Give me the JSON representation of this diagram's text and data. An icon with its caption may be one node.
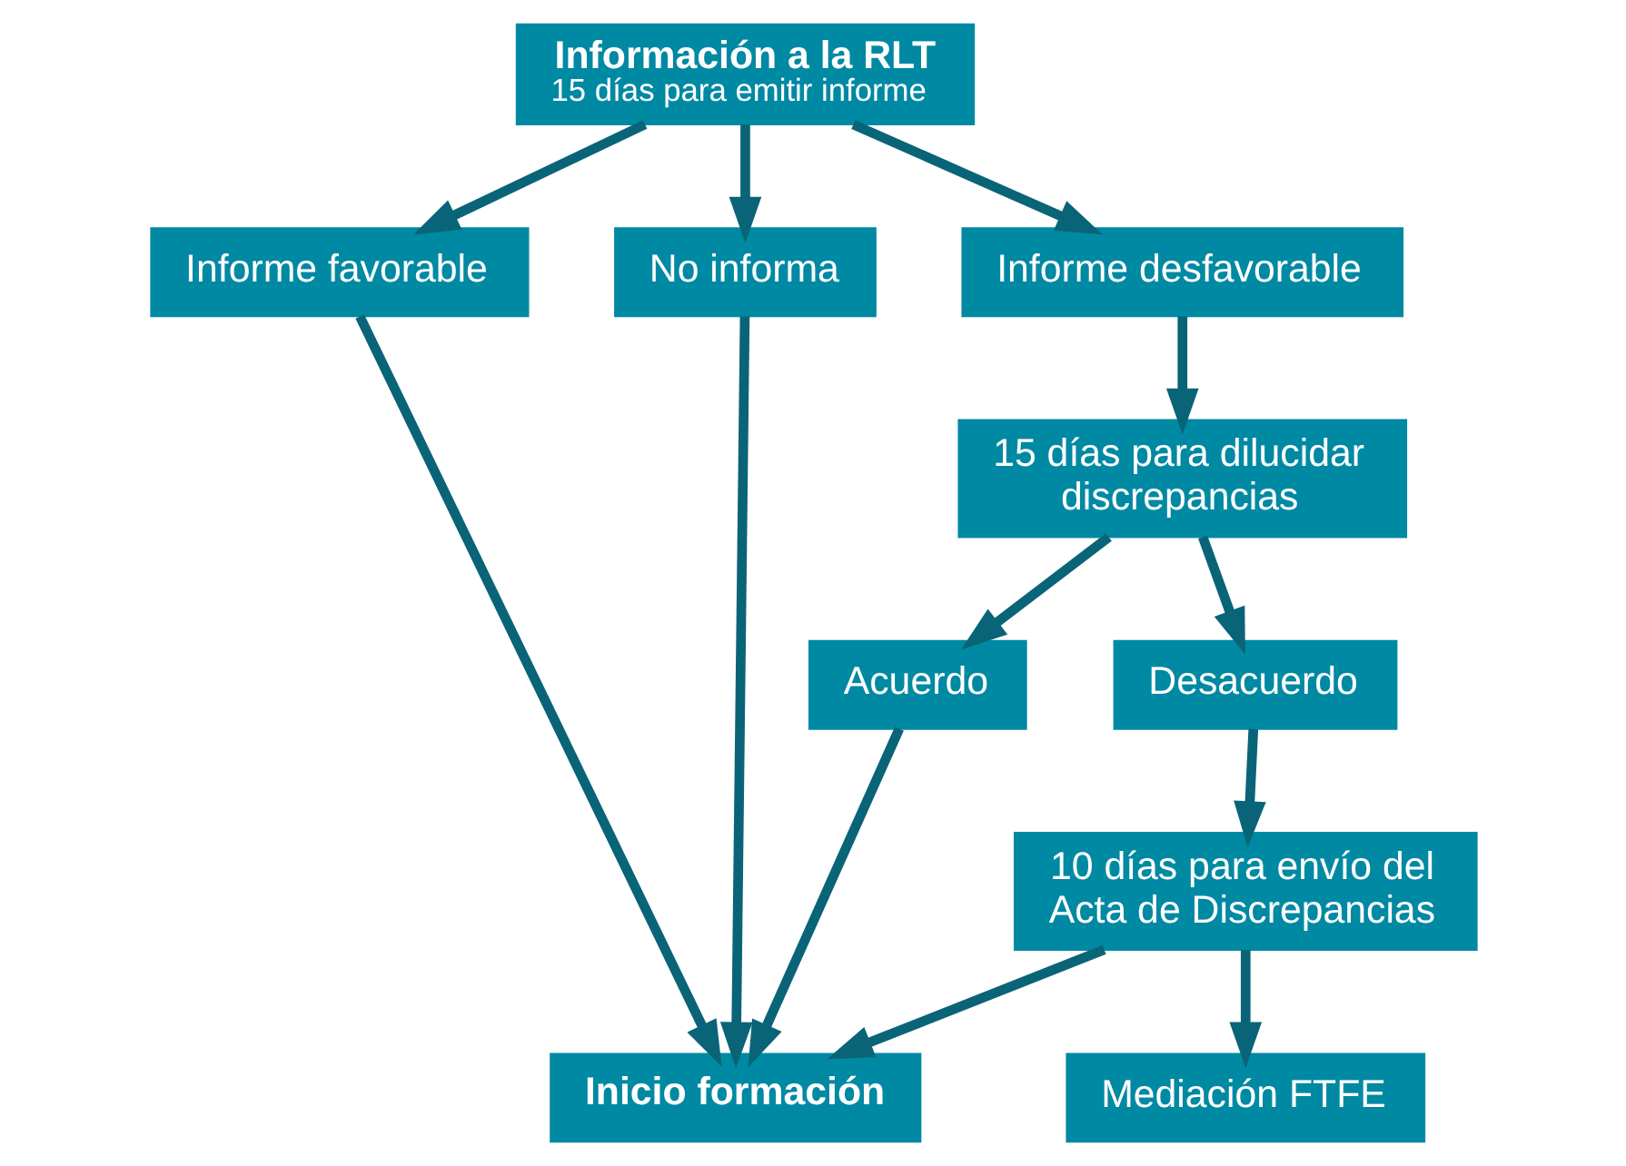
{
  "diagram": {
    "nodes": [
      {
        "text": [
          "Información a la RLT",
          "15 días para emitir informe"
        ]
      },
      {
        "text": [
          "Informe favorable"
        ]
      },
      {
        "text": [
          "No informa"
        ]
      },
      {
        "text": [
          "Informe desfavorable"
        ]
      },
      {
        "text": [
          "15 días para dilucidar discrepancias"
        ]
      },
      {
        "text": [
          "Acuerdo"
        ]
      },
      {
        "text": [
          "Desacuerdo"
        ]
      },
      {
        "text": [
          "Inicio formación"
        ]
      },
      {
        "text": [
          "10 días para envío del Acta de Discrepancias"
        ]
      },
      {
        "text": [
          "Mediación FTFE"
        ]
      }
    ],
    "edges": [
      {
        "from": 0,
        "to": 1,
        "arrow": "to"
      },
      {
        "from": 0,
        "to": 2,
        "arrow": "to"
      },
      {
        "from": 0,
        "to": 3,
        "arrow": "to"
      },
      {
        "from": 3,
        "to": 4,
        "arrow": "to"
      },
      {
        "from": 4,
        "to": 5,
        "arrow": "to"
      },
      {
        "from": 4,
        "to": 6,
        "arrow": "to"
      },
      {
        "from": 1,
        "to": 7,
        "arrow": "to"
      },
      {
        "from": 2,
        "to": 7,
        "arrow": "to"
      },
      {
        "from": 5,
        "to": 7,
        "arrow": "to"
      },
      {
        "from": 6,
        "to": 8,
        "arrow": "to"
      },
      {
        "from": 8,
        "to": 7,
        "arrow": "to"
      },
      {
        "from": 8,
        "to": 9,
        "arrow": "to"
      }
    ]
  }
}
